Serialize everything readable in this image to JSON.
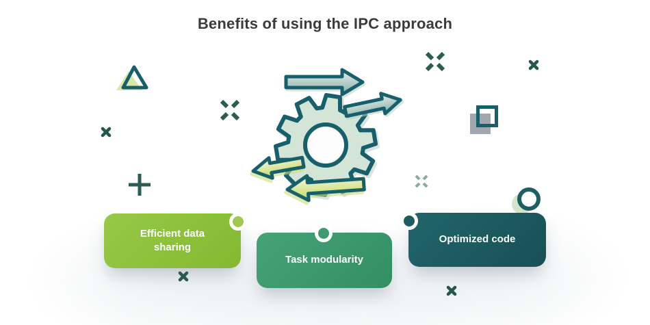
{
  "title": "Benefits of using the IPC approach",
  "cards": [
    {
      "id": "efficient-data-sharing",
      "label": "Efficient data sharing",
      "color": "#8cbf3b"
    },
    {
      "id": "task-modularity",
      "label": "Task modularity",
      "color": "#3e9a6f"
    },
    {
      "id": "optimized-code",
      "label": "Optimized code",
      "color": "#1d5c60"
    }
  ],
  "illustration": {
    "icon": "gear-icon",
    "arrows": [
      "arrow-right-large-icon",
      "arrow-right-small-icon",
      "arrow-left-small-icon",
      "arrow-left-large-icon"
    ]
  },
  "decorations": [
    "triangle-icon",
    "x-cross-icon",
    "plus-icon",
    "square-icon",
    "ring-icon",
    "small-x-icon"
  ],
  "colors": {
    "title_text": "#3b3b3b",
    "outline_teal": "#17606b",
    "gear_fill": "#d3e5d6",
    "arrow_teal": "#85b0ab",
    "arrow_lime": "#c9dc69",
    "card1_bg": "#8cbf3b",
    "card2_bg": "#3e9a6f",
    "card3_bg": "#1d5c60"
  }
}
